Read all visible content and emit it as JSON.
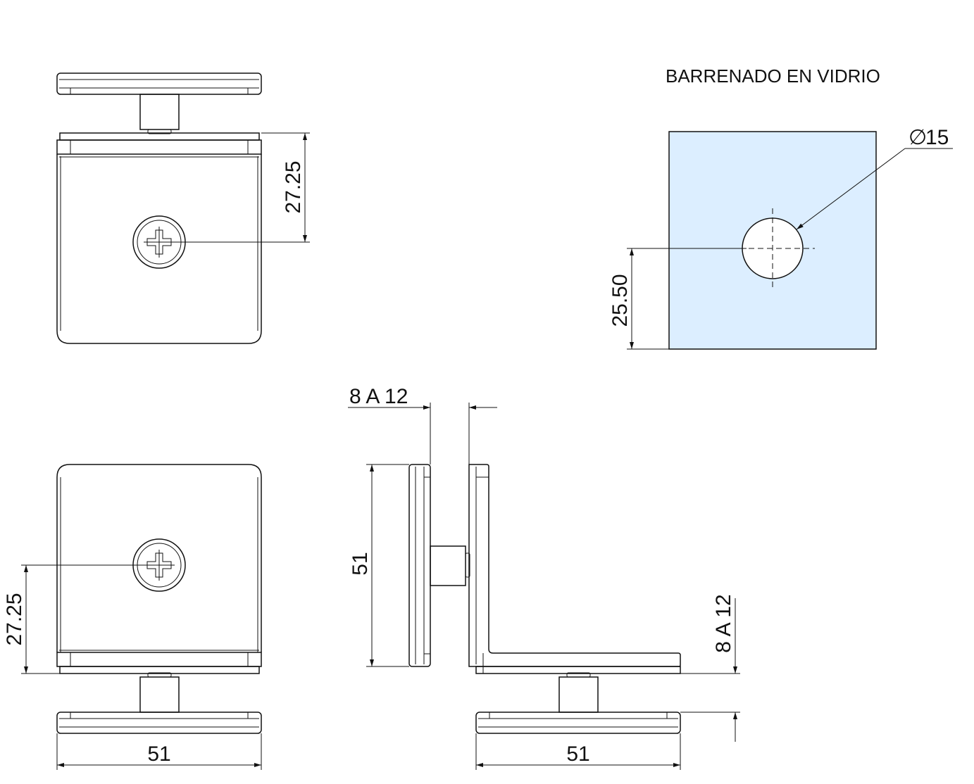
{
  "glass_drilling": {
    "title": "BARRENADO EN VIDRIO",
    "diameter_symbol": "∅",
    "diameter_label": "15",
    "hole_offset_label": "25.50",
    "glass_color": "#dceeff"
  },
  "top_view": {
    "screw_offset_label": "27.25"
  },
  "bottom_view": {
    "screw_offset_label": "27.25",
    "width_label": "51"
  },
  "side_view": {
    "glass_thickness_label": "8 A 12",
    "height_label": "51",
    "width_label": "51",
    "bottom_thickness_label": "8 A 12"
  }
}
